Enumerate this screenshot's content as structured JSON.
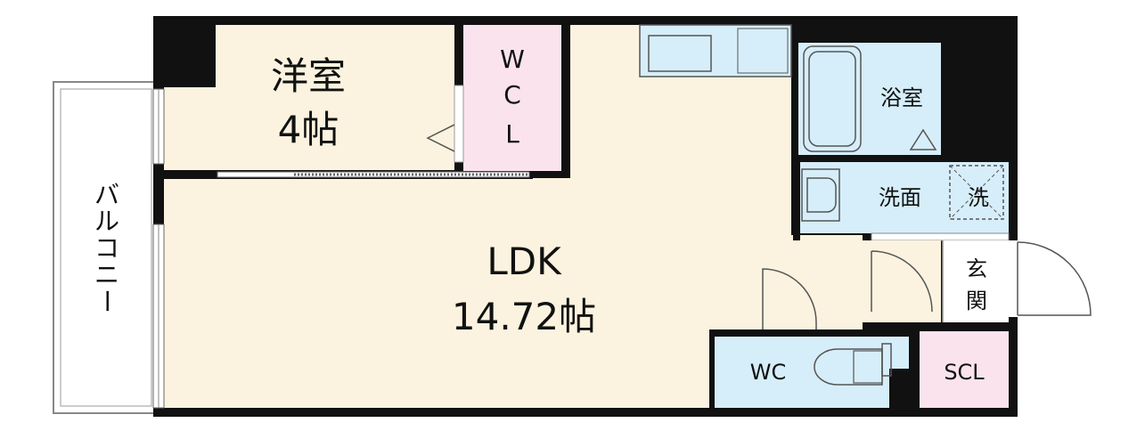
{
  "colors": {
    "wall": "#111111",
    "living": "#fbf3df",
    "bedroom": "#fbf3df",
    "closet": "#fbe3ee",
    "wet": "#d6eef9",
    "balcony": "#ffffff",
    "door": "#555555"
  },
  "rooms": {
    "bedroom": {
      "name": "洋室",
      "size": "4帖"
    },
    "wcl": {
      "line1": "W",
      "line2": "C",
      "line3": "L"
    },
    "ldk": {
      "name": "LDK",
      "size": "14.72帖"
    },
    "bath": {
      "name": "浴室"
    },
    "washroom": {
      "name": "洗面"
    },
    "laundry": {
      "name": "洗"
    },
    "entrance": {
      "line1": "玄",
      "line2": "関"
    },
    "toilet": {
      "name": "WC"
    },
    "shoe_closet": {
      "name": "SCL"
    },
    "balcony": {
      "line1": "バ",
      "line2": "ル",
      "line3": "コ",
      "line4": "ニ",
      "line5": "ー"
    }
  },
  "icons": [
    "kitchen-counter-icon",
    "bathtub-icon",
    "sink-icon",
    "toilet-icon",
    "door-swing-icon",
    "window-icon"
  ]
}
